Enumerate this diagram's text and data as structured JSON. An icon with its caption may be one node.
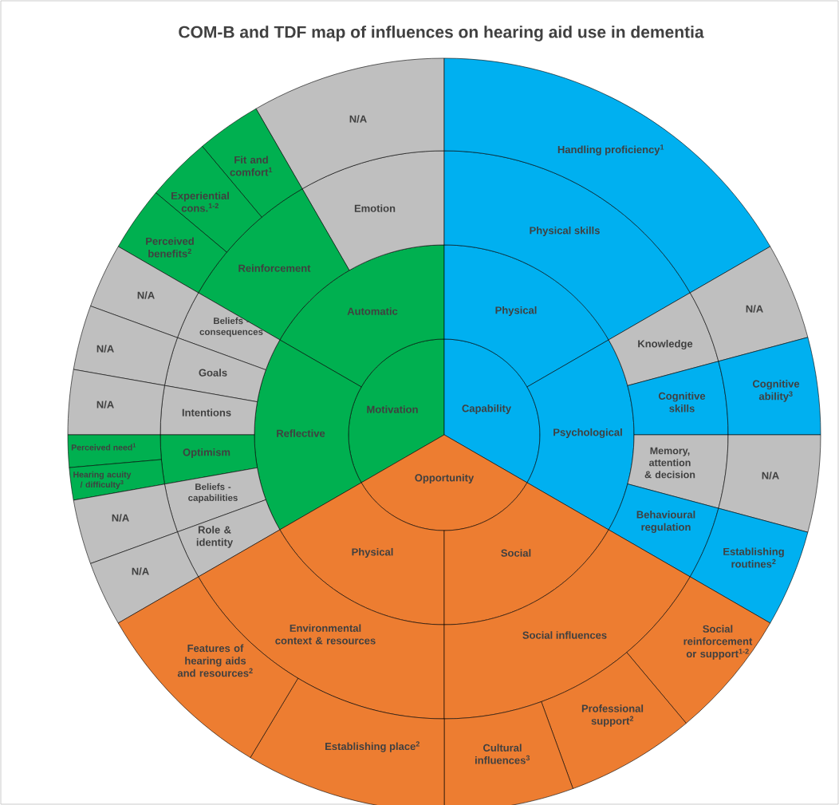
{
  "diagram": {
    "title": "COM-B and TDF map of influences on hearing aid use in dementia",
    "nodes": [
      {
        "text": [
          "Motivation"
        ]
      },
      {
        "text": [
          "Capability"
        ]
      },
      {
        "text": [
          "Opportunity"
        ]
      },
      {
        "text": [
          "Automatic"
        ]
      },
      {
        "text": [
          "Reflective"
        ]
      },
      {
        "text": [
          "Physical"
        ]
      },
      {
        "text": [
          "Psychological"
        ]
      },
      {
        "text": [
          "Physical"
        ]
      },
      {
        "text": [
          "Social"
        ]
      },
      {
        "text": [
          "Emotion"
        ]
      },
      {
        "text": [
          "Reinforcement"
        ]
      },
      {
        "text": [
          "Beliefs - consequences"
        ]
      },
      {
        "text": [
          "Goals"
        ]
      },
      {
        "text": [
          "Intentions"
        ]
      },
      {
        "text": [
          "Optimism"
        ]
      },
      {
        "text": [
          "Beliefs - capabilities"
        ]
      },
      {
        "text": [
          "Role & identity"
        ]
      },
      {
        "text": [
          "Physical skills"
        ]
      },
      {
        "text": [
          "Knowledge"
        ]
      },
      {
        "text": [
          "Cognitive skills"
        ]
      },
      {
        "text": [
          "Memory, attention & decision"
        ]
      },
      {
        "text": [
          "Behavioural regulation"
        ]
      },
      {
        "text": [
          "Environmental context & resources"
        ]
      },
      {
        "text": [
          "Social influences"
        ]
      },
      {
        "text": [
          "N/A"
        ]
      },
      {
        "text": [
          "Fit and comfort$^{1}$"
        ]
      },
      {
        "text": [
          "Experiential cons.$^{1-2}$"
        ]
      },
      {
        "text": [
          "Perceived benefits$^{2}$"
        ]
      },
      {
        "text": [
          "N/A"
        ]
      },
      {
        "text": [
          "N/A"
        ]
      },
      {
        "text": [
          "N/A"
        ]
      },
      {
        "text": [
          "Perceived need$^{1}$"
        ]
      },
      {
        "text": [
          "Hearing acuity / difficulty$^{3}$"
        ]
      },
      {
        "text": [
          "N/A"
        ]
      },
      {
        "text": [
          "N/A"
        ]
      },
      {
        "text": [
          "Handling proficiency$^{1}$"
        ]
      },
      {
        "text": [
          "N/A"
        ]
      },
      {
        "text": [
          "Cognitive ability$^{3}$"
        ]
      },
      {
        "text": [
          "N/A"
        ]
      },
      {
        "text": [
          "Establishing routines$^{2}$"
        ]
      },
      {
        "text": [
          "Social reinforcement or support$^{1-2}$"
        ]
      },
      {
        "text": [
          "Professional support$^{2}$"
        ]
      },
      {
        "text": [
          "Cultural influences$^{3}$"
        ]
      },
      {
        "text": [
          "Establishing place$^{2}$"
        ]
      },
      {
        "text": [
          "Features of hearing aids and resources$^{2}$"
        ]
      }
    ]
  }
}
